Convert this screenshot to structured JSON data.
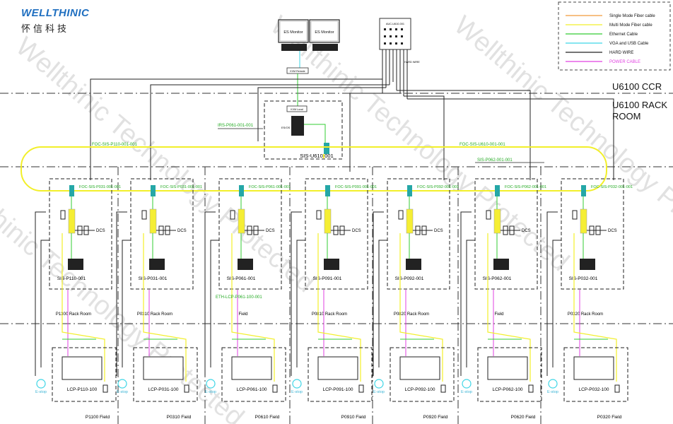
{
  "brand": {
    "name": "WELLTHINIC",
    "chinese": "怀信科技",
    "color": "#1f6fc0"
  },
  "watermark": {
    "text": "Wellthinic Technology Protected"
  },
  "legend": {
    "items": [
      {
        "label": "Single Mode Fiber cable",
        "color": "#f29a3a"
      },
      {
        "label": "Multi Mode Fiber cable",
        "color": "#f2ef2a"
      },
      {
        "label": "Ethernet Cable",
        "color": "#33cc33"
      },
      {
        "label": "VGA and USB Cable",
        "color": "#3fd6e6"
      },
      {
        "label": "HARD WIRE",
        "color": "#222222"
      },
      {
        "label": "POWER CABLE",
        "color": "#e040e0"
      }
    ]
  },
  "zones": {
    "ccr": "U6100 CCR",
    "rack_room_1": "U6100 RACK",
    "rack_room_2": "ROOM"
  },
  "top": {
    "monitor_1": "ES Monitor",
    "monitor_2": "ES Monitor",
    "kvm_remote": "KVM Remote",
    "kvm_local": "KVM Local",
    "es_label": "ES/OS",
    "aux_panel": "AUC-U610-001",
    "hard_wire": "HARD WIRE",
    "central_cabinet": "SIS-U610-001",
    "link_left": "IRS-P061-001-001",
    "link_right": "SIS-P062-001-001"
  },
  "ring": {
    "left_label": "FOC-SIS-P110-001-001",
    "right_label": "FOC-SIS-U610-001-001"
  },
  "units": [
    {
      "foc": "FOC-SIS-P031-001-001",
      "dcs": "DCS",
      "cabinet": "SIS-P110-001",
      "room": "P1300 Rack Room",
      "lcp": "LCP-P110-100",
      "field": "P1100 Field",
      "estop": "E-stop"
    },
    {
      "foc": "FOC-SIS-P031-001-001",
      "dcs": "DCS",
      "cabinet": "SIS-P031-001",
      "room": "P0310 Rack Room",
      "lcp": "LCP-P031-100",
      "field": "P0310 Field",
      "estop": "E-stop"
    },
    {
      "foc": "FOC-SIS-P061-001-001",
      "dcs": "DCS",
      "cabinet": "SIS-P061-001",
      "room": "Field",
      "lcp": "LCP-P061-100",
      "field": "P0610 Field",
      "estop": "E-stop"
    },
    {
      "foc": "FOC-SIS-P091-001-001",
      "dcs": "DCS",
      "cabinet": "SIS-P091-001",
      "room": "P0810 Rack Room",
      "lcp": "LCP-P091-100",
      "field": "P0910 Field",
      "estop": "E-stop"
    },
    {
      "foc": "FOC-SIS-P092-001-001",
      "dcs": "DCS",
      "cabinet": "SIS-P092-001",
      "room": "P0820 Rack Room",
      "lcp": "LCP-P092-100",
      "field": "P0920 Field",
      "estop": "E-stop"
    },
    {
      "foc": "FOC-SIS-P062-001-001",
      "dcs": "DCS",
      "cabinet": "SIS-P062-001",
      "room": "Field",
      "lcp": "LCP-P062-100",
      "field": "P0620 Field",
      "estop": "E-stop"
    },
    {
      "foc": "FOC-SIS-P032-001-001",
      "dcs": "DCS",
      "cabinet": "SIS-P032-001",
      "room": "P0320 Rack Room",
      "lcp": "LCP-P032-100",
      "field": "P0320 Field",
      "estop": "E-stop"
    }
  ],
  "eth_label": "ETH-LCP-P061-100-001"
}
